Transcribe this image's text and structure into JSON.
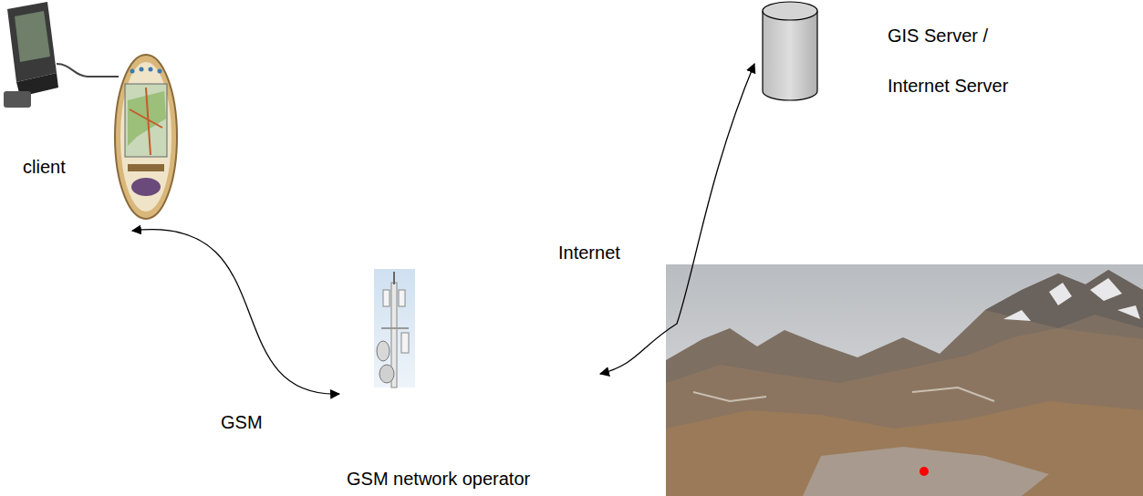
{
  "diagram": {
    "nodes": [
      {
        "text": [
          "client"
        ]
      },
      {
        "text": [
          "GSM network operator"
        ]
      },
      {
        "text": [
          "GIS Server / Internet Server"
        ]
      }
    ],
    "edges": [
      {
        "from": 0,
        "to": 1,
        "arrow": "both",
        "label": "GSM"
      },
      {
        "from": 1,
        "to": 2,
        "arrow": "both",
        "label": "Internet"
      }
    ]
  }
}
